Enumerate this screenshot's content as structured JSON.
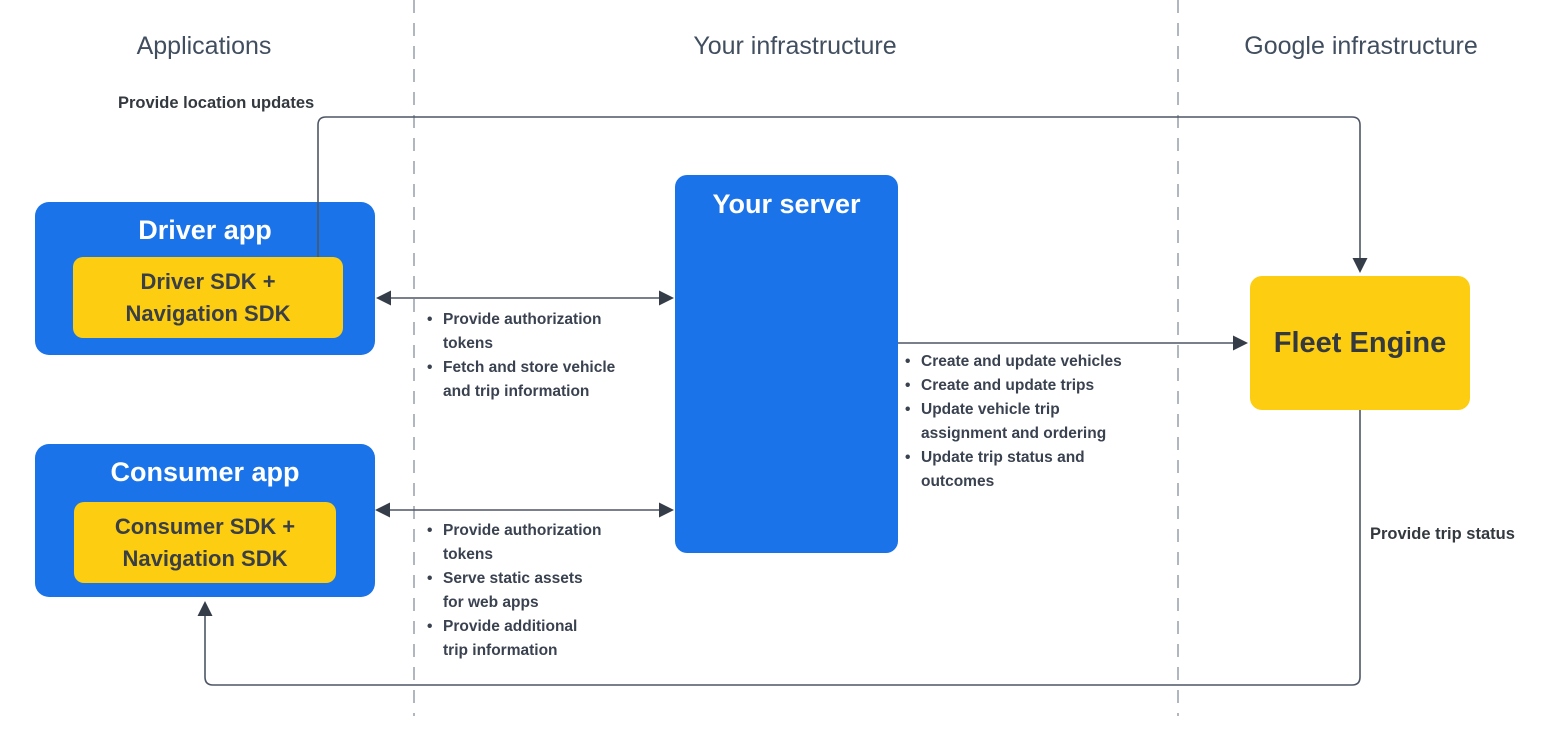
{
  "lanes": {
    "applications": "Applications",
    "your_infrastructure": "Your infrastructure",
    "google_infrastructure": "Google infrastructure"
  },
  "nodes": {
    "driver_app": {
      "title": "Driver app",
      "sdk": "Driver SDK +\nNavigation SDK"
    },
    "consumer_app": {
      "title": "Consumer app",
      "sdk": "Consumer SDK +\nNavigation SDK"
    },
    "your_server": {
      "title": "Your server"
    },
    "fleet_engine": {
      "title": "Fleet Engine"
    }
  },
  "edges": {
    "provide_location_updates": {
      "label": "Provide location updates"
    },
    "provide_trip_status": {
      "label": "Provide trip status"
    },
    "driver_server": {
      "bullets": [
        "Provide authorization\ntokens",
        "Fetch and store vehicle\nand trip information"
      ]
    },
    "consumer_server": {
      "bullets": [
        "Provide authorization\ntokens",
        "Serve static assets\nfor web apps",
        "Provide additional\ntrip information"
      ]
    },
    "server_fleet": {
      "bullets": [
        "Create and update vehicles",
        "Create and update trips",
        "Update vehicle trip\nassignment and ordering",
        "Update trip status and\noutcomes"
      ]
    }
  },
  "colors": {
    "node_blue": "#1a73e8",
    "node_yellow": "#fccd11",
    "connector": "#4d5665",
    "lane_divider": "#b0b7c1",
    "heading_text": "#414e5f",
    "body_text": "#3a4250"
  }
}
